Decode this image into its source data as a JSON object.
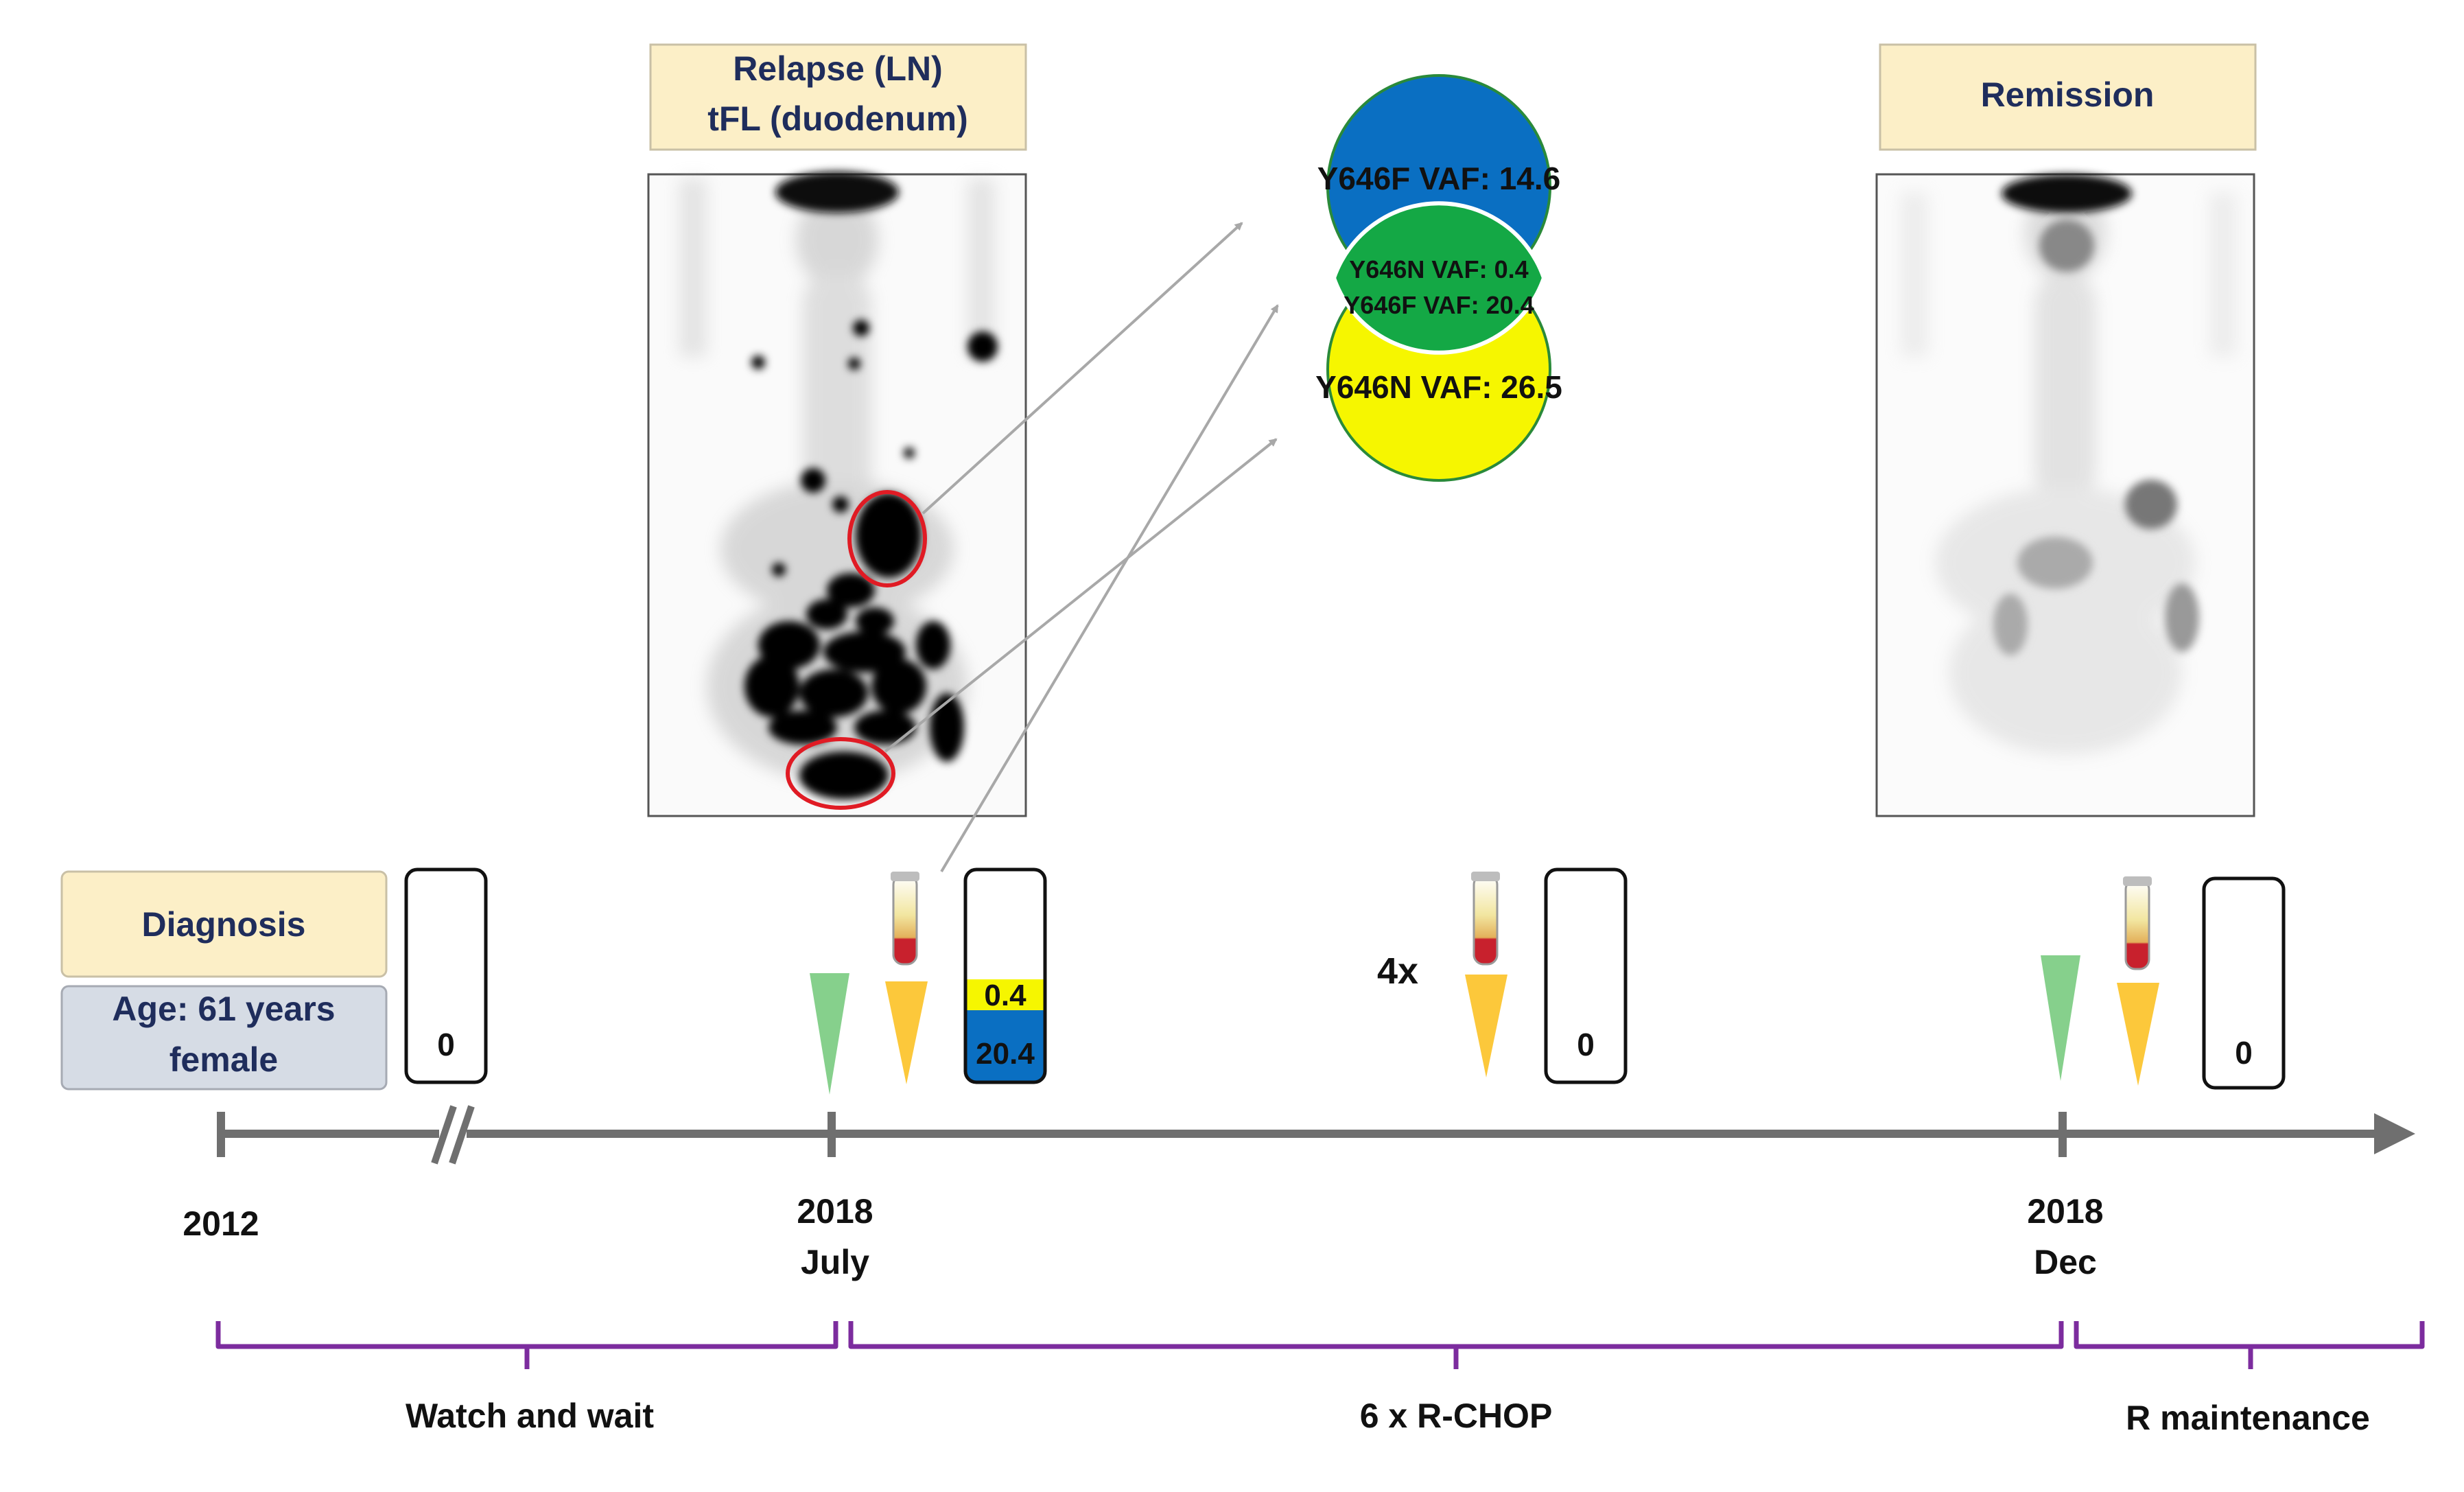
{
  "boxes": {
    "relapse_line1": "Relapse (LN)",
    "relapse_line2": "tFL (duodenum)",
    "remission": "Remission",
    "diagnosis": "Diagnosis",
    "age_line1": "Age: 61 years",
    "age_line2": "female"
  },
  "venn": {
    "top_label": "Y646F VAF: 14.6",
    "overlap_line1": "Y646N VAF: 0.4",
    "overlap_line2": "Y646F VAF: 20.4",
    "bottom_label": "Y646N VAF: 26.5"
  },
  "vaf_tubes": [
    {
      "label": "0"
    },
    {
      "top_value": "0.4",
      "bottom_value": "20.4"
    },
    {
      "label": "0"
    },
    {
      "label": "0"
    }
  ],
  "cycle_count": "4x",
  "timeline": {
    "year_2012": "2012",
    "year_2018_july": "2018",
    "month_july": "July",
    "year_2018_dec": "2018",
    "month_dec": "Dec"
  },
  "phases": {
    "watch_and_wait": "Watch and wait",
    "r_chop": "6 x R-CHOP",
    "r_maintenance": "R maintenance"
  },
  "colors": {
    "box_fill": "#fcefc7",
    "box_fill_blue": "#d6dce5",
    "label_text": "#1f2d5c",
    "blue": "#0a6fc2",
    "green": "#14a845",
    "yellow": "#f6f600",
    "purple": "#7c2c9e",
    "timeline": "#6f6f6f",
    "green_triangle": "#86d08c",
    "yellow_triangle": "#fcc83b",
    "blood": "#c8212d"
  }
}
